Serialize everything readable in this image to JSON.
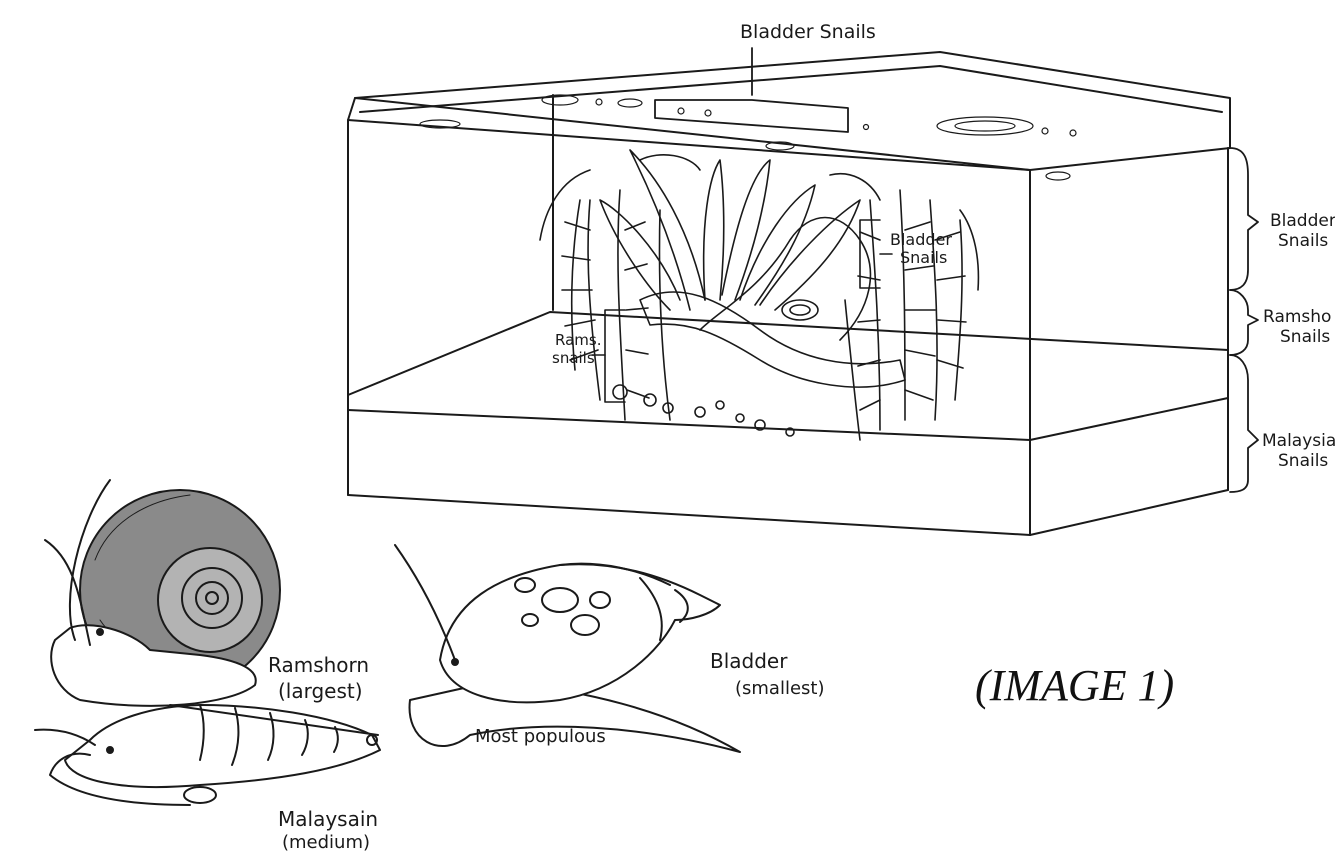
{
  "tank": {
    "top_label": "Bladder Snails",
    "inner_bladder_label": [
      "Bladder",
      "Snails"
    ],
    "inner_rams_label": [
      "Rams.",
      "snails"
    ],
    "side_labels": [
      [
        "Bladder",
        "Snails"
      ],
      [
        "Ramsho",
        "Snails"
      ],
      [
        "Malaysia",
        "Snails"
      ]
    ]
  },
  "specimens": {
    "ramshorn": [
      "Ramshorn",
      "(largest)"
    ],
    "bladder": [
      "Bladder",
      "(smallest)"
    ],
    "bladder_note": "Most populous",
    "malaysian": [
      "Malaysain",
      "(medium)"
    ]
  },
  "caption": "(IMAGE 1)"
}
